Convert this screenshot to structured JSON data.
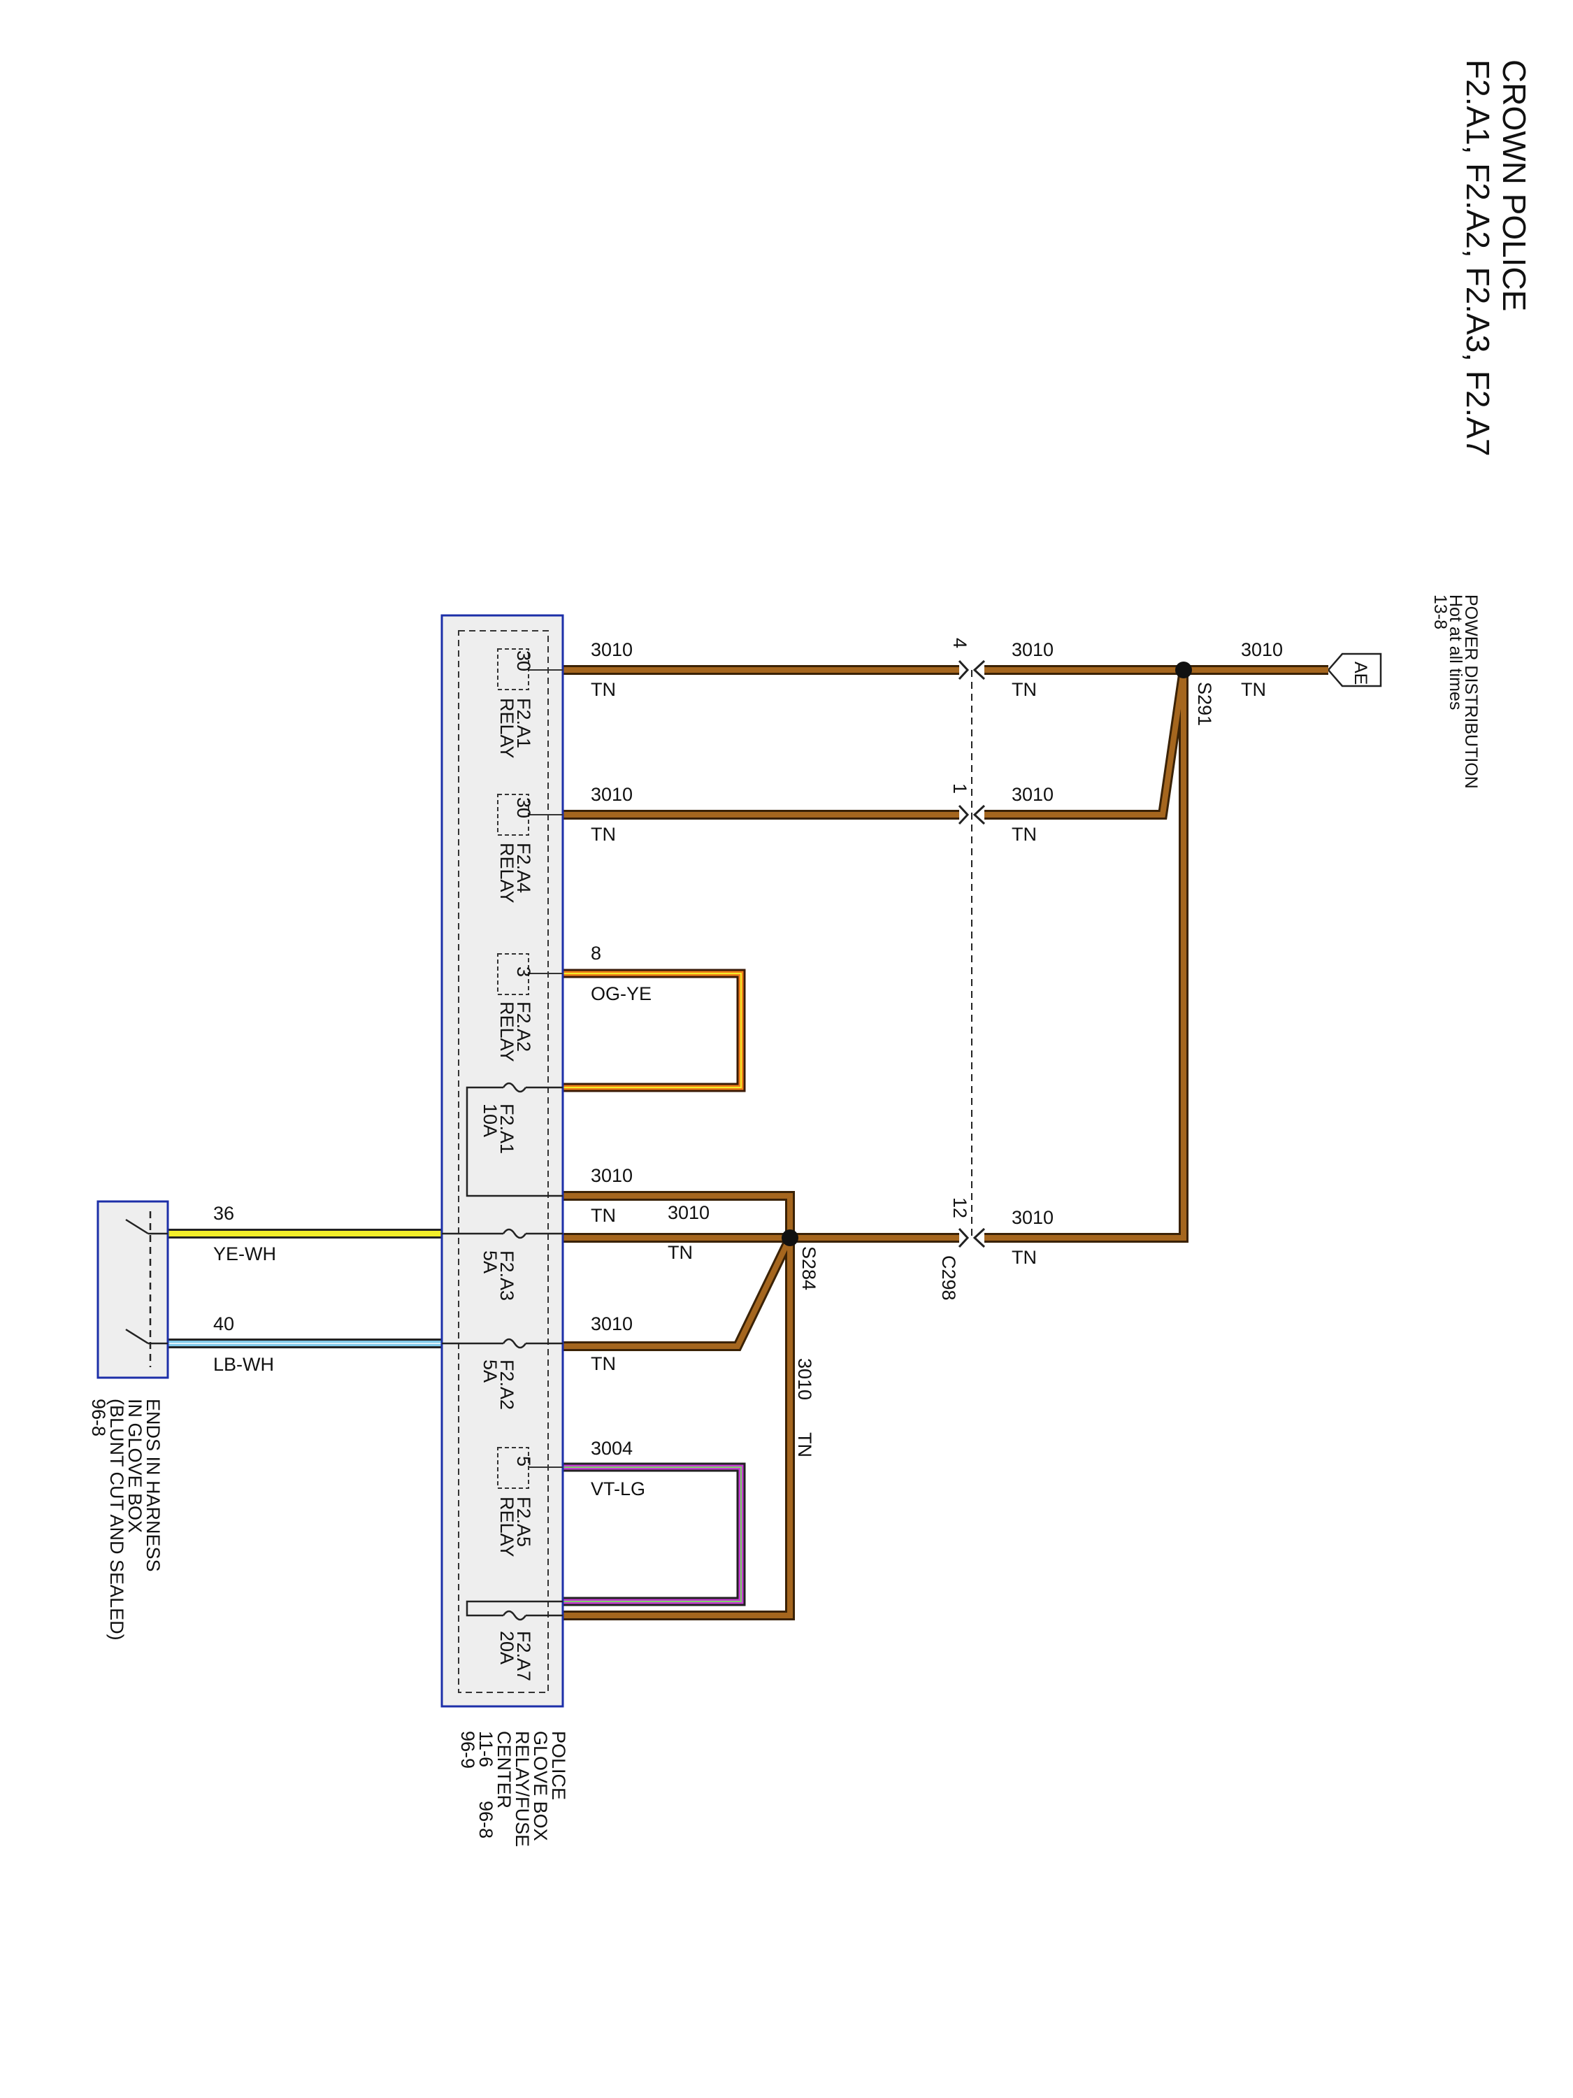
{
  "header": {
    "title_line1": "CROWN POLICE",
    "title_line2": "F2.A1, F2.A2, F2.A3, F2.A7"
  },
  "power": {
    "connector": "AE",
    "line1": "POWER DISTRIBUTION",
    "line2": "Hot at all times",
    "line3": "13-8"
  },
  "splices": {
    "s291": "S291",
    "s284": "S284"
  },
  "connector_c298": {
    "label": "C298",
    "pins": {
      "p4": "4",
      "p1": "1",
      "p12": "12"
    }
  },
  "circuits": {
    "c3010": "3010",
    "tn": "TN",
    "c8": "8",
    "og_ye": "OG-YE",
    "c3004": "3004",
    "vt_lg": "VT-LG",
    "c36": "36",
    "ye_wh": "YE-WH",
    "c40": "40",
    "lb_wh": "LB-WH"
  },
  "relays": {
    "f2a1": {
      "pin": "30",
      "name": "F2.A1",
      "type": "RELAY"
    },
    "f2a4": {
      "pin": "30",
      "name": "F2.A4",
      "type": "RELAY"
    },
    "f2a2": {
      "pin": "3",
      "name": "F2.A2",
      "type": "RELAY"
    },
    "f2a5": {
      "pin": "5",
      "name": "F2.A5",
      "type": "RELAY"
    }
  },
  "fuses": {
    "f2a1": {
      "name": "F2.A1",
      "rating": "10A"
    },
    "f2a3": {
      "name": "F2.A3",
      "rating": "5A"
    },
    "f2a2": {
      "name": "F2.A2",
      "rating": "5A"
    },
    "f2a7": {
      "name": "F2.A7",
      "rating": "20A"
    }
  },
  "relay_center": {
    "line1": "POLICE",
    "line2": "GLOVE BOX",
    "line3": "RELAY/FUSE",
    "line4": "CENTER",
    "line5": "11-6",
    "line6": "96-9",
    "line7": "96-8"
  },
  "glove_box": {
    "line1": "ENDS IN HARNESS",
    "line2": "IN GLOVE BOX",
    "line3": "(BLUNT CUT AND SEALED)",
    "line4": "96-8"
  },
  "colors": {
    "tan": "#a5661e",
    "orange": "#f07f1a",
    "yellow": "#f2ee2a",
    "light_blue": "#7fc8e8",
    "violet": "#c43fd0",
    "light_green": "#7ed36a",
    "box_border": "#1c2fa8",
    "box_fill": "#eeeeee"
  }
}
